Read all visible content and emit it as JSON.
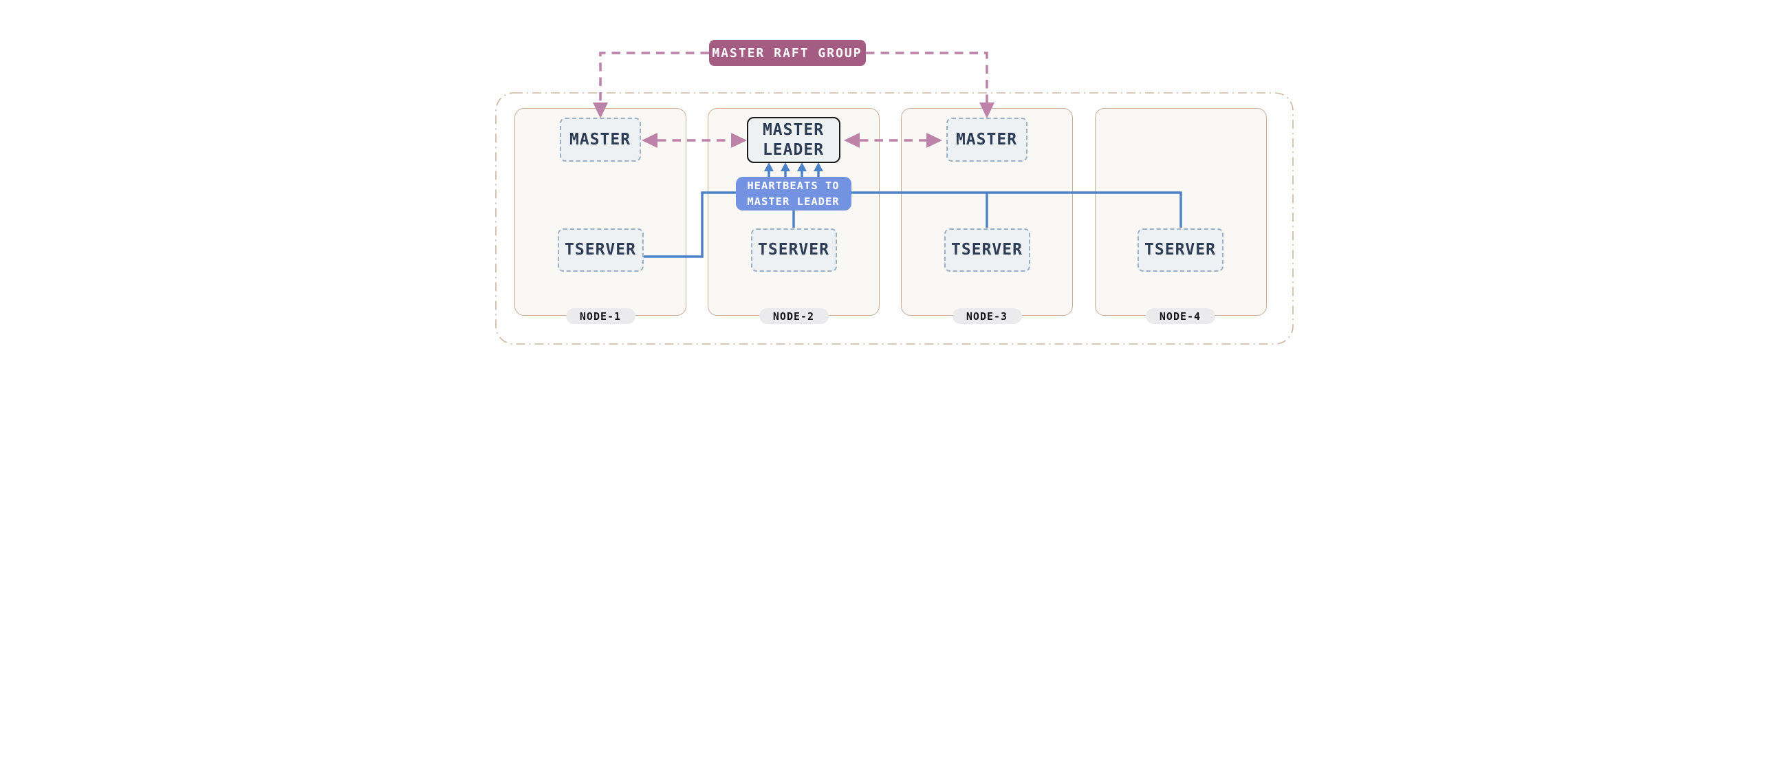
{
  "raft_group": {
    "label": "MASTER RAFT GROUP",
    "fill_color": "#a55c82"
  },
  "heartbeats_callout": {
    "label": "HEARTBEATS TO\nMASTER LEADER",
    "fill_color": "#7393e2"
  },
  "nodes": [
    {
      "name": "NODE-1",
      "master_label": "MASTER",
      "tserver_label": "TSERVER"
    },
    {
      "name": "NODE-2",
      "master_label": "MASTER LEADER",
      "tserver_label": "TSERVER"
    },
    {
      "name": "NODE-3",
      "master_label": "MASTER",
      "tserver_label": "TSERVER"
    },
    {
      "name": "NODE-4",
      "tserver_label": "TSERVER"
    }
  ],
  "edges": [
    {
      "from": "MASTER RAFT GROUP",
      "to": "NODE-1 MASTER",
      "style": "dashed-pink-arrow"
    },
    {
      "from": "MASTER RAFT GROUP",
      "to": "NODE-3 MASTER",
      "style": "dashed-pink-arrow"
    },
    {
      "from": "NODE-1 MASTER",
      "to": "MASTER LEADER",
      "style": "dashed-pink-bidirectional"
    },
    {
      "from": "NODE-3 MASTER",
      "to": "MASTER LEADER",
      "style": "dashed-pink-bidirectional"
    },
    {
      "from": "NODE-1 TSERVER",
      "to": "MASTER LEADER",
      "style": "solid-blue-heartbeat"
    },
    {
      "from": "NODE-2 TSERVER",
      "to": "MASTER LEADER",
      "style": "solid-blue-heartbeat"
    },
    {
      "from": "NODE-3 TSERVER",
      "to": "MASTER LEADER",
      "style": "solid-blue-heartbeat"
    },
    {
      "from": "NODE-4 TSERVER",
      "to": "MASTER LEADER",
      "style": "solid-blue-heartbeat"
    }
  ],
  "colors": {
    "raft_box_fill": "#a55c82",
    "raft_link_pink": "#bc82a8",
    "heartbeat_box_fill": "#7393e2",
    "heartbeat_line_blue": "#4e82c8",
    "node_fill": "#faf8f5",
    "node_border": "#c9ac94",
    "outer_boundary_border": "#ccb59f",
    "inner_box_fill": "#edf1f3",
    "inner_box_border": "#9bb0c4",
    "inner_box_text": "#2d3c55",
    "leader_border": "#1b1b1b",
    "node_pill_fill": "#ebebed"
  }
}
